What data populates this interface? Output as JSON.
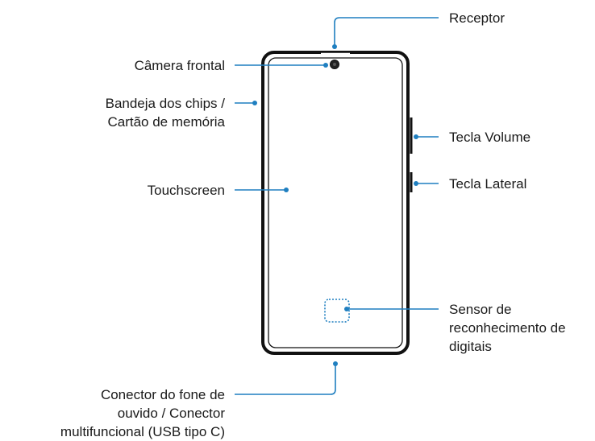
{
  "colors": {
    "callout": "#1f7fc0",
    "device_outline": "#111111",
    "text": "#1a1a1a",
    "background": "#ffffff"
  },
  "labels": {
    "receiver": "Receptor",
    "front_camera": "Câmera frontal",
    "sim_tray_line1": "Bandeja dos chips /",
    "sim_tray_line2": "Cartão de memória",
    "volume_key": "Tecla Volume",
    "side_key": "Tecla Lateral",
    "touchscreen": "Touchscreen",
    "fingerprint_line1": "Sensor de",
    "fingerprint_line2": "reconhecimento de",
    "fingerprint_line3": "digitais",
    "connector_line1": "Conector do fone de",
    "connector_line2": "ouvido / Conector",
    "connector_line3": "multifuncional (USB tipo C)"
  }
}
